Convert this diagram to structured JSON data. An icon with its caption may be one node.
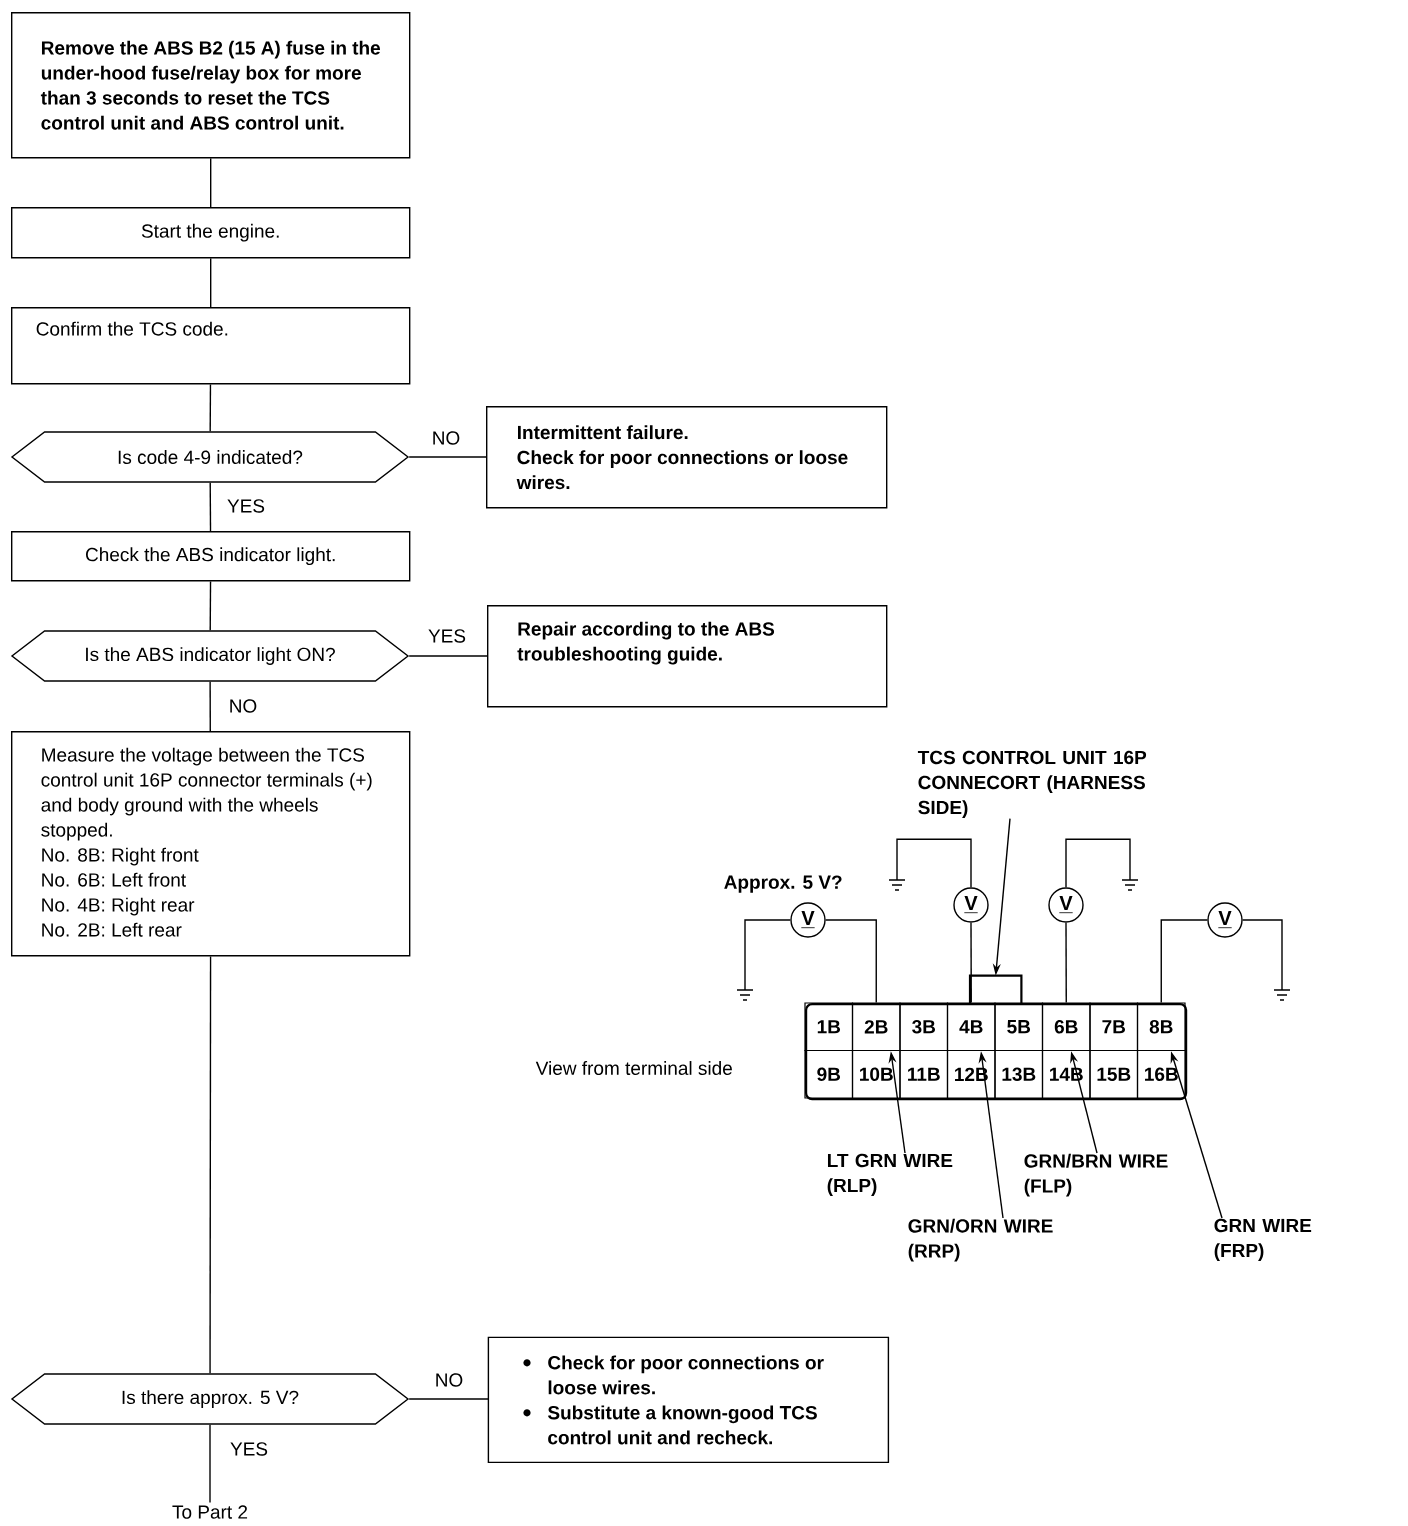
{
  "diagram": {
    "nodes": [
      {
        "text": [
          "Remove the ABS B2 (15 A) fuse in the under-hood fuse/relay box for more than 3 seconds to reset the TCS control unit and ABS control unit."
        ]
      },
      {
        "text": [
          "Start the engine."
        ]
      },
      {
        "text": [
          "Confirm the TCS code."
        ]
      },
      {
        "text": [
          "Is code 4-9 indicated?"
        ]
      },
      {
        "text": [
          "Intermittent failure.",
          "Check for poor connections or loose wires."
        ]
      },
      {
        "text": [
          "Check the ABS indicator light."
        ]
      },
      {
        "text": [
          "Is the ABS indicator light ON?"
        ]
      },
      {
        "text": [
          "Repair according to the ABS troubleshooting guide."
        ]
      },
      {
        "text": [
          "Measure the voltage between the TCS control unit 16P connector terminals (+) and body ground with the wheels stopped.",
          "No. 8B: Right front",
          "No. 6B: Left front",
          "No. 4B: Right rear",
          "No. 2B: Left rear"
        ]
      },
      {
        "text": [
          "Is there approx. 5 V?"
        ]
      },
      {
        "text": [
          "Check for poor connections or loose wires.",
          "Substitute a known-good TCS control unit and recheck."
        ]
      },
      {
        "text": [
          "To Part 2"
        ]
      },
      {
        "text": [],
        "shape": "box"
      },
      {
        "text": [
          "1B"
        ],
        "in": 12
      },
      {
        "text": [
          "2B"
        ],
        "in": 12
      },
      {
        "text": [
          "3B"
        ],
        "in": 12
      },
      {
        "text": [
          "4B"
        ],
        "in": 12
      },
      {
        "text": [
          "5B"
        ],
        "in": 12
      },
      {
        "text": [
          "6B"
        ],
        "in": 12
      },
      {
        "text": [
          "7B"
        ],
        "in": 12
      },
      {
        "text": [
          "8B"
        ],
        "in": 12
      },
      {
        "text": [
          "9B"
        ],
        "in": 12
      },
      {
        "text": [
          "10B"
        ],
        "in": 12
      },
      {
        "text": [
          "11B"
        ],
        "in": 12
      },
      {
        "text": [
          "12B"
        ],
        "in": 12
      },
      {
        "text": [
          "13B"
        ],
        "in": 12
      },
      {
        "text": [
          "14B"
        ],
        "in": 12
      },
      {
        "text": [
          "15B"
        ],
        "in": 12
      },
      {
        "text": [
          "16B"
        ],
        "in": 12
      },
      {
        "text": [
          "TCS CONTROL UNIT 16P CONNECORT (HARNESS SIDE)"
        ]
      },
      {
        "text": [
          "LT GRN WIRE (RLP)"
        ]
      },
      {
        "text": [
          "GRN/ORN WIRE (RRP)"
        ]
      },
      {
        "text": [
          "GRN/BRN WIRE (FLP)"
        ]
      },
      {
        "text": [
          "GRN WIRE (FRP)"
        ]
      },
      {
        "text": [
          "V"
        ]
      },
      {
        "text": [
          "V"
        ]
      },
      {
        "text": [
          "V"
        ]
      },
      {
        "text": [
          "V"
        ]
      },
      {
        "text": [],
        "shape": "ground"
      },
      {
        "text": [],
        "shape": "ground"
      },
      {
        "text": [],
        "shape": "ground"
      },
      {
        "text": [],
        "shape": "ground"
      },
      {
        "text": [],
        "shape": "box"
      }
    ],
    "edges": [
      {
        "from": 0,
        "to": 1,
        "arrow": "none"
      },
      {
        "from": 1,
        "to": 2,
        "arrow": "none"
      },
      {
        "from": 2,
        "to": 3,
        "arrow": "none"
      },
      {
        "from": 3,
        "to": 4,
        "arrow": "none",
        "label": "NO"
      },
      {
        "from": 3,
        "to": 5,
        "arrow": "none",
        "label": "YES"
      },
      {
        "from": 5,
        "to": 6,
        "arrow": "none"
      },
      {
        "from": 6,
        "to": 7,
        "arrow": "none",
        "label": "YES"
      },
      {
        "from": 6,
        "to": 8,
        "arrow": "none",
        "label": "NO"
      },
      {
        "from": 8,
        "to": 9,
        "arrow": "none"
      },
      {
        "from": 9,
        "to": 10,
        "arrow": "none",
        "label": "NO"
      },
      {
        "from": 9,
        "to": 11,
        "arrow": "none",
        "label": "YES"
      },
      {
        "from": 29,
        "to": 42,
        "arrow": "to"
      },
      {
        "from": 30,
        "to": 14,
        "arrow": "to"
      },
      {
        "from": 31,
        "to": 16,
        "arrow": "to"
      },
      {
        "from": 32,
        "to": 18,
        "arrow": "to"
      },
      {
        "from": 33,
        "to": 20,
        "arrow": "to"
      },
      {
        "from": 14,
        "to": 34,
        "arrow": "none"
      },
      {
        "from": 34,
        "to": 38,
        "arrow": "none"
      },
      {
        "from": 16,
        "to": 35,
        "arrow": "none"
      },
      {
        "from": 35,
        "to": 39,
        "arrow": "none"
      },
      {
        "from": 18,
        "to": 36,
        "arrow": "none"
      },
      {
        "from": 36,
        "to": 40,
        "arrow": "none"
      },
      {
        "from": 20,
        "to": 37,
        "arrow": "none"
      },
      {
        "from": 37,
        "to": 41,
        "arrow": "none"
      }
    ],
    "labels": [
      "Approx. 5 V?",
      "View from terminal side"
    ]
  }
}
